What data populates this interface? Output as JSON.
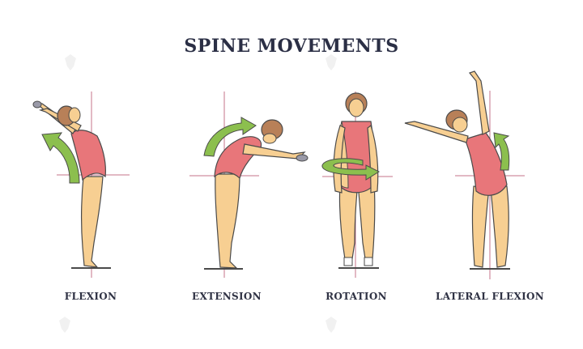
{
  "title": "SPINE MOVEMENTS",
  "colors": {
    "title": "#2b2f45",
    "arrow_green": "#8cbf4e",
    "leotard": "#e8767a",
    "skin": "#f7cf92",
    "hair": "#b88058",
    "axis_line": "#c4738a",
    "outline": "#4a4a4a"
  },
  "panels": [
    {
      "id": "flexion",
      "label": "FLEXION",
      "arrow_icon": "curved-arrow-backward"
    },
    {
      "id": "extension",
      "label": "EXTENSION",
      "arrow_icon": "curved-arrow-forward"
    },
    {
      "id": "rotation",
      "label": "ROTATION",
      "arrow_icon": "circular-rotation-arrow"
    },
    {
      "id": "lateral-flexion",
      "label": "LATERAL FLEXION",
      "arrow_icon": "curved-arrow-sideways"
    }
  ]
}
